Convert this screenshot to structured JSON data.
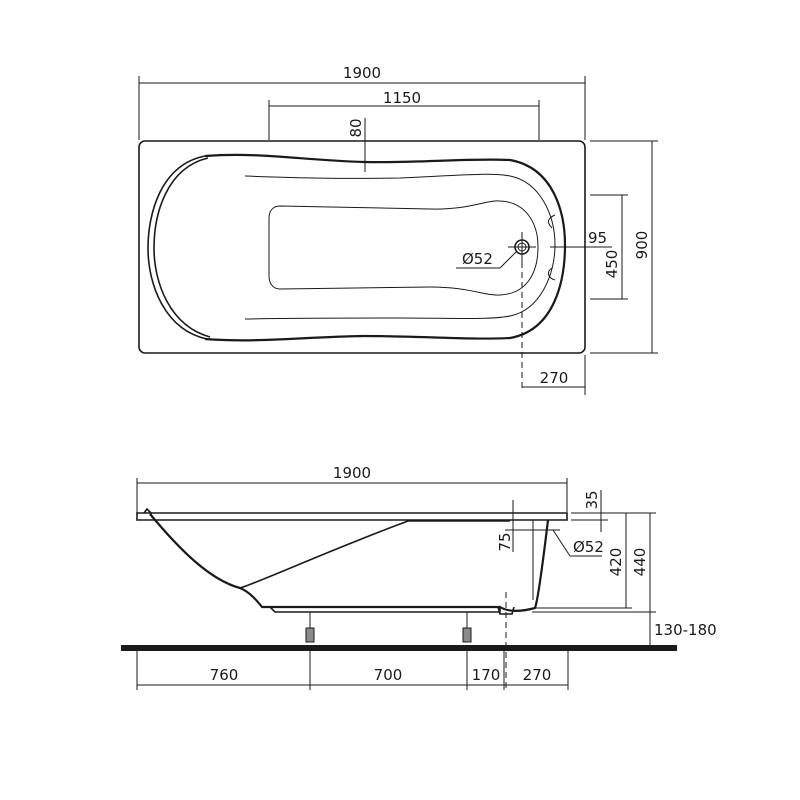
{
  "drawing": {
    "subject": "bathtub technical dimension drawing",
    "units": "mm",
    "top_view": {
      "overall_length": "1900",
      "inner_bottom_length": "1150",
      "rim_offset_top": "80",
      "overall_width": "900",
      "drain_offset_from_end": "95",
      "inner_bottom_width": "450",
      "drain_diameter": "Ø52",
      "drain_distance_from_end": "270"
    },
    "side_view": {
      "overall_length": "1900",
      "rim_thickness": "35",
      "overflow_offset": "75",
      "overflow_diameter": "Ø52",
      "inner_depth": "420",
      "outer_height": "440",
      "leg_height_range": "130-180",
      "bottom_segments": [
        "760",
        "700",
        "170",
        "270"
      ]
    },
    "colors": {
      "line": "#1a1a1a",
      "floor": "#1a1a1a",
      "background": "#ffffff"
    }
  }
}
